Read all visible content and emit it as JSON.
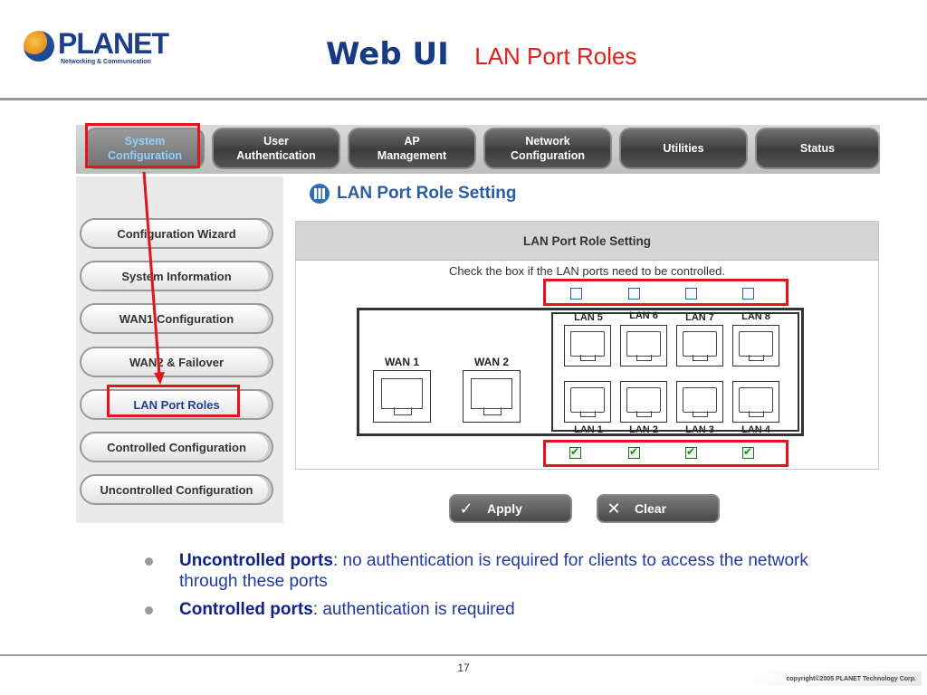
{
  "header": {
    "logo_brand": "PLANET",
    "logo_tagline": "Networking & Communication",
    "title_main": "Web UI",
    "title_sub": "LAN Port Roles"
  },
  "topnav": {
    "tabs": [
      {
        "line1": "System",
        "line2": "Configuration",
        "active": true
      },
      {
        "line1": "User",
        "line2": "Authentication"
      },
      {
        "line1": "AP",
        "line2": "Management"
      },
      {
        "line1": "Network",
        "line2": "Configuration"
      },
      {
        "line1": "Utilities",
        "line2": ""
      },
      {
        "line1": "Status",
        "line2": ""
      }
    ]
  },
  "sidebar": {
    "items": [
      {
        "label": "Configuration Wizard"
      },
      {
        "label": "System Information"
      },
      {
        "label": "WAN1 Configuration"
      },
      {
        "label": "WAN2 & Failover"
      },
      {
        "label": "LAN Port Roles",
        "active": true
      },
      {
        "label": "Controlled Configuration"
      },
      {
        "label": "Uncontrolled Configuration"
      }
    ]
  },
  "content": {
    "title": "LAN Port Role Setting",
    "title_icon": "lan-grid-icon",
    "panel_header": "LAN Port Role Setting",
    "hint": "Check the box if the LAN ports need to be controlled.",
    "wan_labels": [
      "WAN 1",
      "WAN 2"
    ],
    "lan_top_labels": [
      "LAN 5",
      "LAN 6",
      "LAN 7",
      "LAN 8"
    ],
    "lan_bottom_labels": [
      "LAN 1",
      "LAN 2",
      "LAN 3",
      "LAN 4"
    ],
    "top_checkboxes": [
      false,
      false,
      false,
      false
    ],
    "bottom_checkboxes": [
      true,
      true,
      true,
      true
    ]
  },
  "buttons": {
    "apply_label": "Apply",
    "apply_icon": "check-icon",
    "clear_label": "Clear",
    "clear_icon": "x-icon"
  },
  "bullets": [
    {
      "term": "Uncontrolled ports",
      "text": ": no authentication is required for clients to access the network through these ports"
    },
    {
      "term": "Controlled ports",
      "text": ": authentication is required"
    }
  ],
  "footer": {
    "page_number": "17",
    "copyright": "copyright©2005 PLANET Technology Corp."
  },
  "colors": {
    "title_blue": "#163a84",
    "title_red": "#e0201b",
    "highlight_red": "#e3141b",
    "bullet_text": "#1f3aa8"
  }
}
